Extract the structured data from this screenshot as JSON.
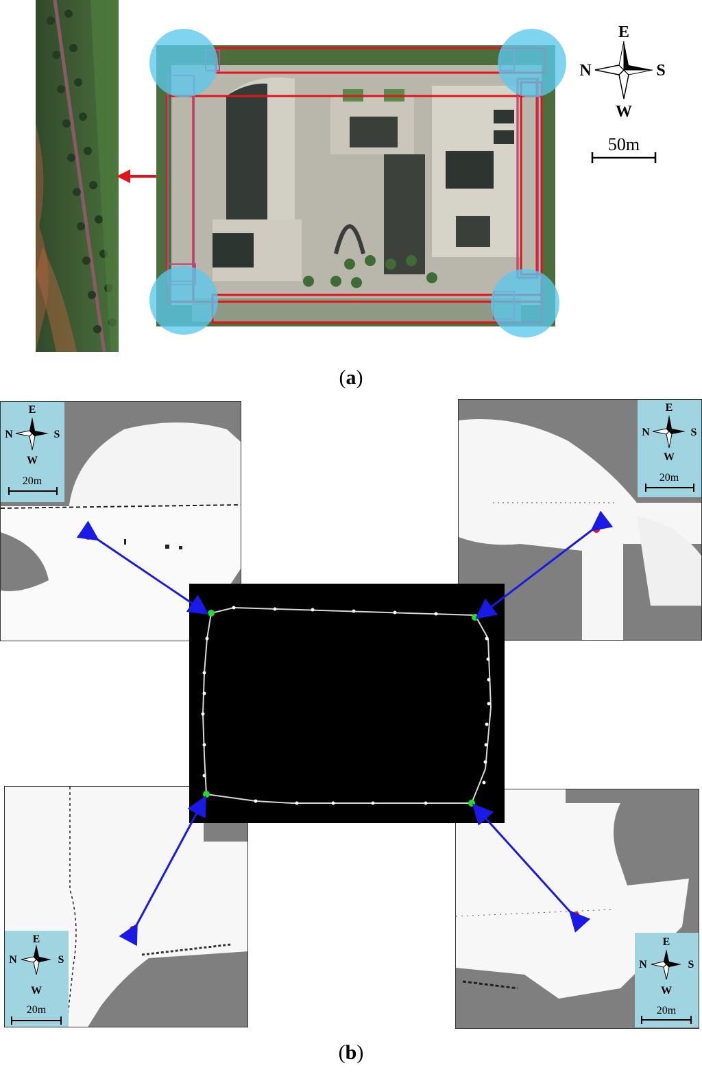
{
  "panel_a": {
    "caption_label": "a",
    "compass": {
      "top": "E",
      "left": "N",
      "right": "S",
      "bottom": "W"
    },
    "scale_label": "50m"
  },
  "panel_b": {
    "caption_label": "b",
    "insets": [
      {
        "id": "top-left",
        "compass": {
          "top": "E",
          "left": "N",
          "right": "S",
          "bottom": "W"
        },
        "scale_label": "20m"
      },
      {
        "id": "top-right",
        "compass": {
          "top": "E",
          "left": "N",
          "right": "S",
          "bottom": "W"
        },
        "scale_label": "20m"
      },
      {
        "id": "bottom-left",
        "compass": {
          "top": "E",
          "left": "N",
          "right": "S",
          "bottom": "W"
        },
        "scale_label": "20m"
      },
      {
        "id": "bottom-right",
        "compass": {
          "top": "E",
          "left": "N",
          "right": "S",
          "bottom": "W"
        },
        "scale_label": "20m"
      }
    ]
  },
  "colors": {
    "highlight_circle": "#5bc8ec",
    "route_red": "#e0141b",
    "arrow_blue": "#1a1ae6",
    "map_gray": "#7f7f7f",
    "inset_bg": "#9fd4e0",
    "node_green": "#22dd22",
    "point_red": "#ee1111"
  }
}
